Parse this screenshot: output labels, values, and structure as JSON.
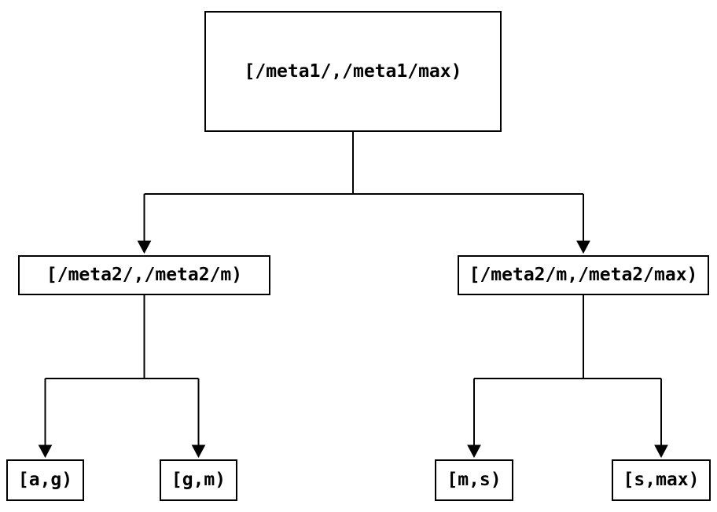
{
  "diagram": {
    "type": "tree",
    "colors": {
      "background": "#ffffff",
      "line": "#000000",
      "node_border": "#000000",
      "node_fill": "#ffffff",
      "text": "#000000"
    },
    "nodes": {
      "root": {
        "label": "[/meta1/,/meta1/max)"
      },
      "meta2_low": {
        "label": "[/meta2/,/meta2/m)"
      },
      "meta2_high": {
        "label": "[/meta2/m,/meta2/max)"
      },
      "leaf_a_g": {
        "label": "[a,g)"
      },
      "leaf_g_m": {
        "label": "[g,m)"
      },
      "leaf_m_s": {
        "label": "[m,s)"
      },
      "leaf_s_max": {
        "label": "[s,max)"
      }
    },
    "edges": [
      {
        "from": "root",
        "to": "meta2_low"
      },
      {
        "from": "root",
        "to": "meta2_high"
      },
      {
        "from": "meta2_low",
        "to": "leaf_a_g"
      },
      {
        "from": "meta2_low",
        "to": "leaf_g_m"
      },
      {
        "from": "meta2_high",
        "to": "leaf_m_s"
      },
      {
        "from": "meta2_high",
        "to": "leaf_s_max"
      }
    ]
  }
}
